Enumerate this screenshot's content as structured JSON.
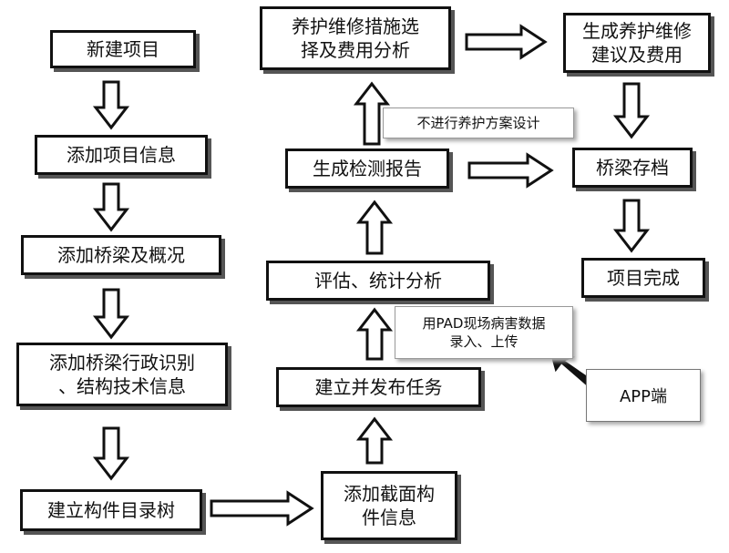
{
  "diagram": {
    "nodes": {
      "new_project": "新建项目",
      "add_project_info": "添加项目信息",
      "add_bridge_overview": "添加桥梁及概况",
      "add_bridge_admin_info": "添加桥梁行政识别\n、结构技术信息",
      "build_component_tree": "建立构件目录树",
      "add_section_info": "添加截面构\n件信息",
      "publish_task": "建立并发布任务",
      "evaluate_statistics": "评估、统计分析",
      "generate_report": "生成检测报告",
      "maintenance_selection": "养护维修措施选\n择及费用分析",
      "generate_suggestion": "生成养护维修\n建议及费用",
      "bridge_archive": "桥梁存档",
      "project_complete": "项目完成"
    },
    "notes": {
      "no_maintenance": "不进行养护方案设计",
      "pad_entry": "用PAD现场病害数据\n录入、上传",
      "app_side": "APP端"
    }
  }
}
